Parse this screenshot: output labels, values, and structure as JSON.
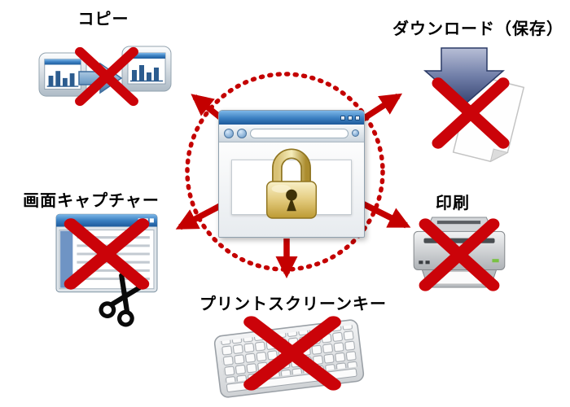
{
  "diagram": {
    "type": "content-protection-prohibited-actions",
    "center": {
      "icon": "locked-browser-window",
      "lock_icon": "padlock-icon"
    },
    "prohibited_actions": [
      {
        "id": "copy",
        "label": "コピー",
        "icon": "bar-chart-copy-icon"
      },
      {
        "id": "download",
        "label": "ダウンロード（保存）",
        "icon": "download-arrow-document-icon"
      },
      {
        "id": "screen_capture",
        "label": "画面キャプチャー",
        "icon": "browser-window-scissors-icon"
      },
      {
        "id": "print",
        "label": "印刷",
        "icon": "printer-icon"
      },
      {
        "id": "print_screen",
        "label": "プリントスクリーンキー",
        "icon": "keyboard-icon"
      }
    ],
    "colors": {
      "prohibition_red": "#cb0309",
      "circle_red": "#c40000",
      "arrow_red": "#c40000",
      "titlebar_blue": "#2e74b5",
      "lock_gold": "#d9bf6a",
      "download_arrow_blue": "#35426f",
      "copy_arrow_blue": "#47749f"
    }
  }
}
